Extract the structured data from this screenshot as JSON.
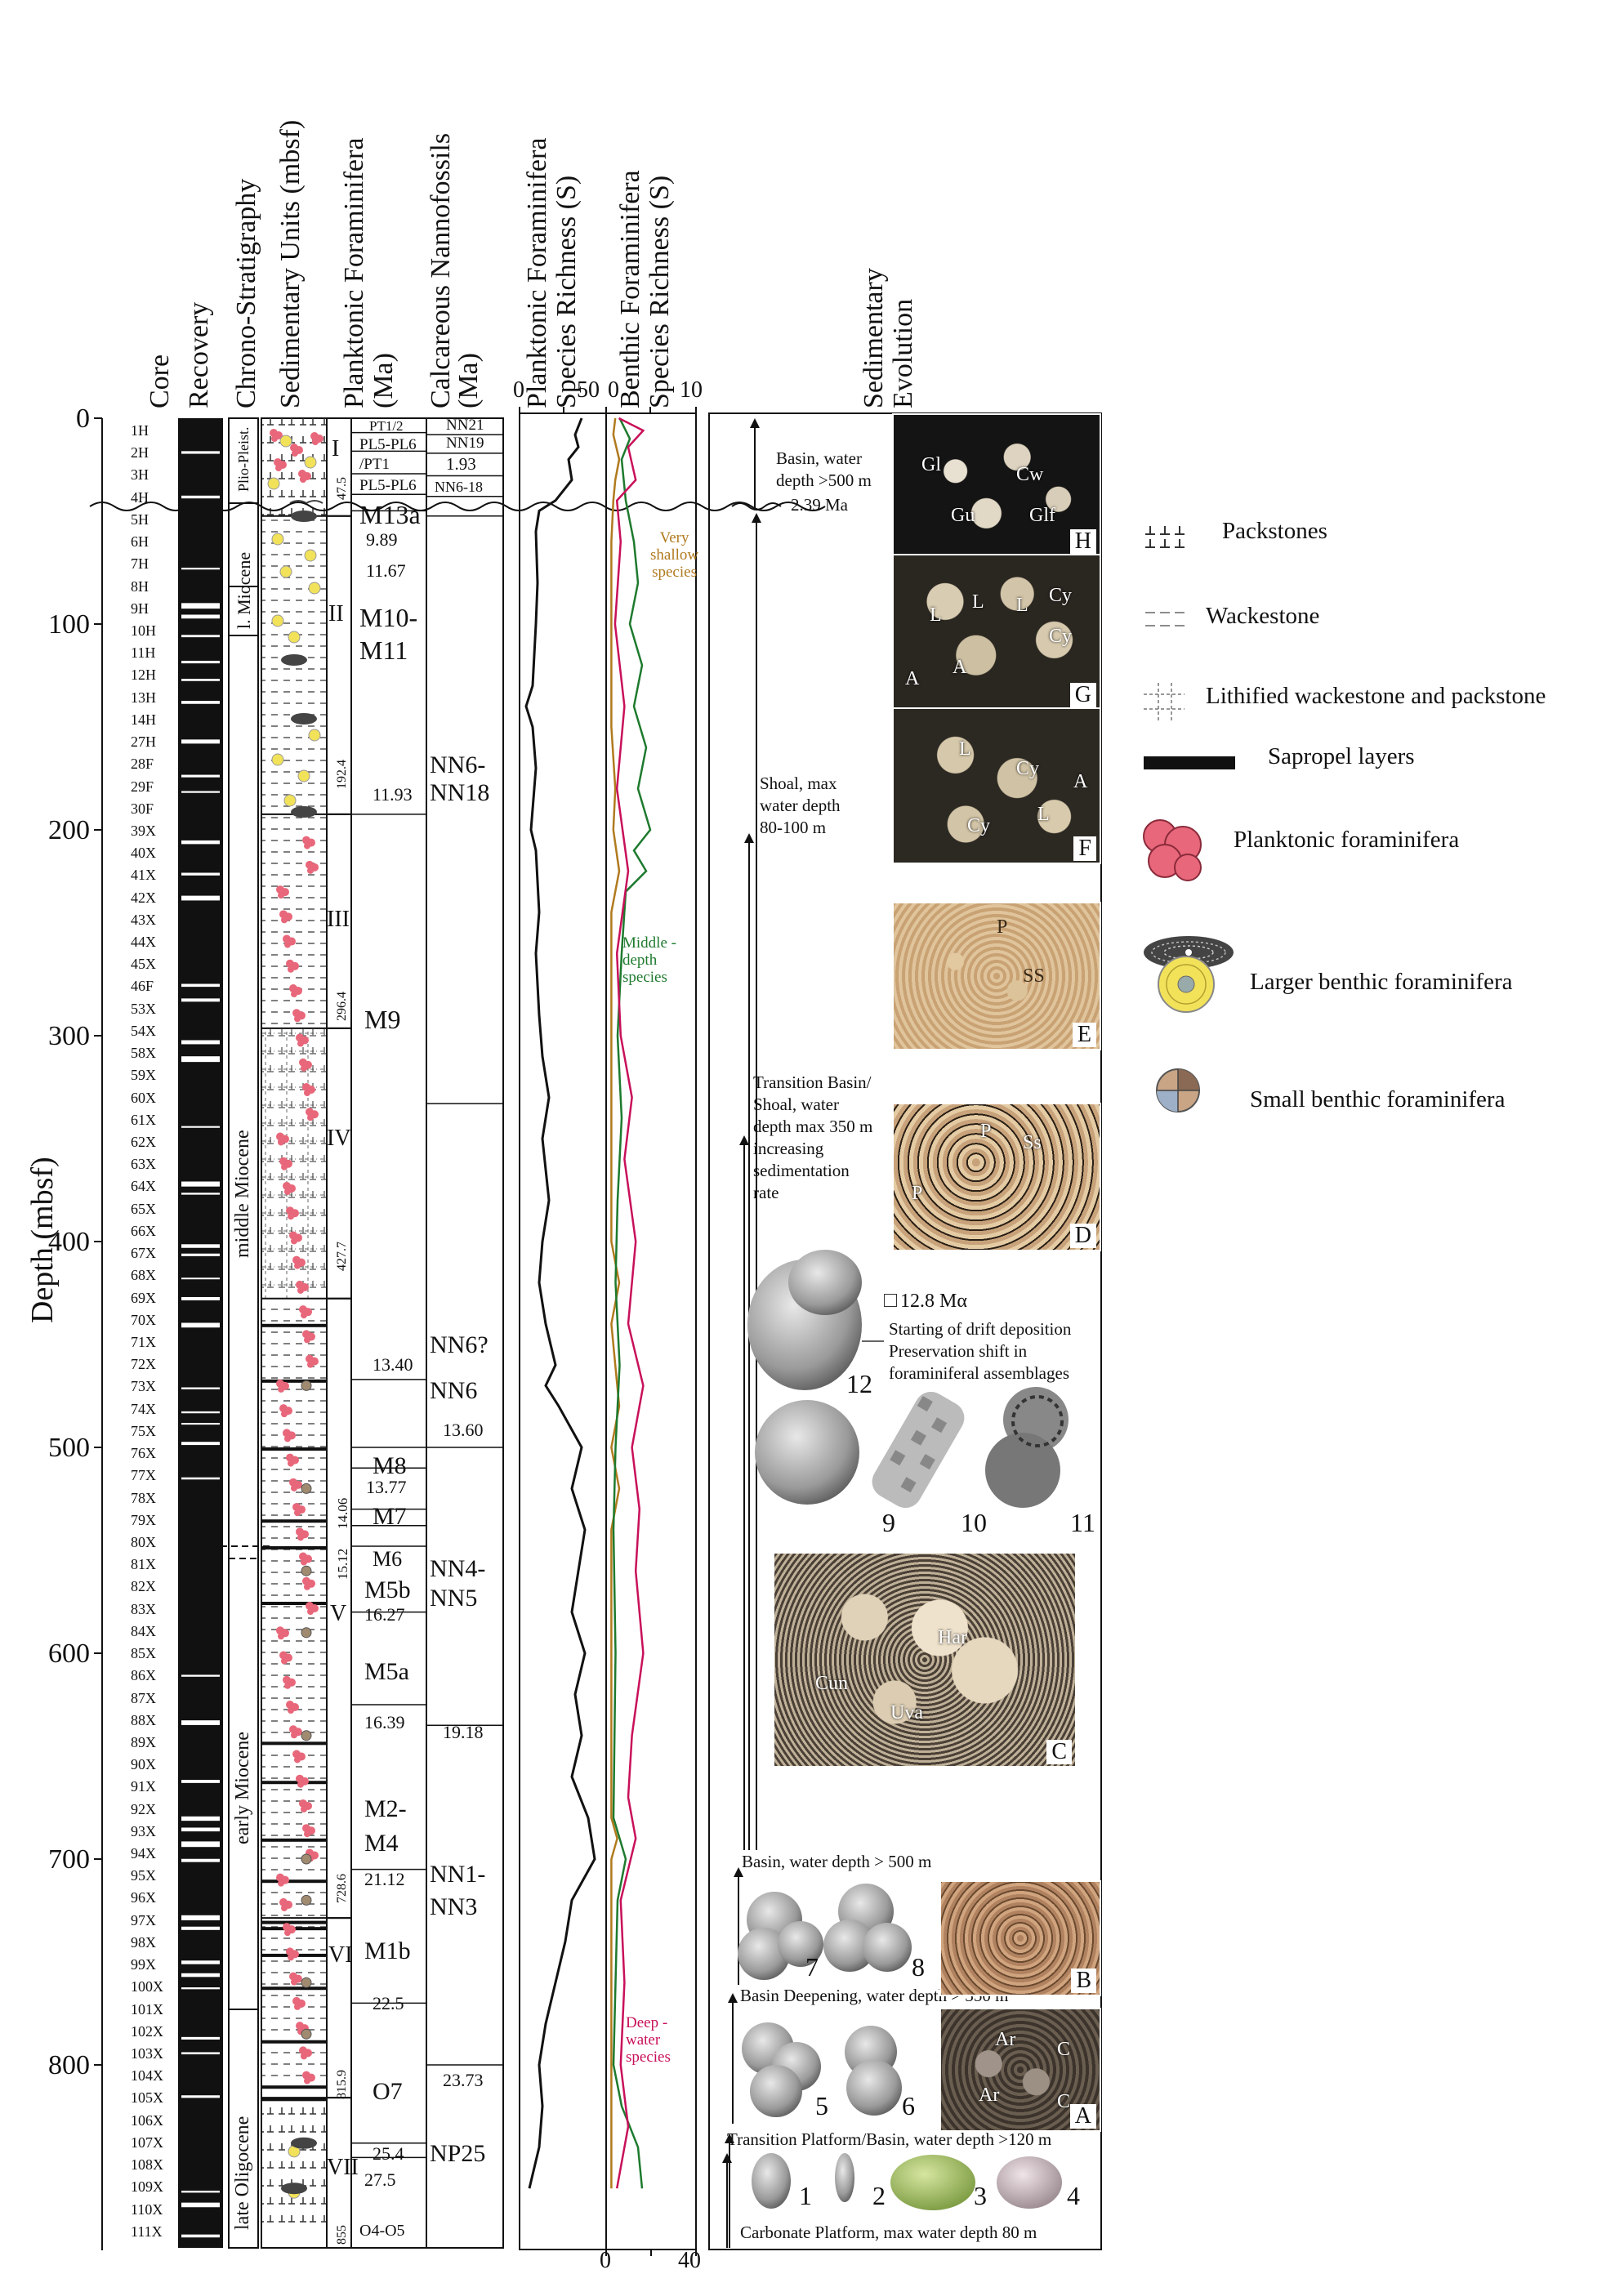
{
  "columns": {
    "core": "Core",
    "recovery": "Recovery",
    "chrono": "Chrono-Stratigraphy",
    "units": "Sedimentary Units (mbsf)",
    "planktonic_l1": "Planktonic Foraminifera",
    "planktonic_l2": "(Ma)",
    "nanno_l1": "Calcareous Nannofossils",
    "nanno_l2": "(Ma)",
    "pf_rich_l1": "Planktonic Foraminifera",
    "pf_rich_l2": "Species Richness (S)",
    "bf_rich_l1": "Benthic Foraminifera",
    "bf_rich_l2": "Species Richness (S)",
    "evo_l1": "Sedimentary",
    "evo_l2": "Evolution"
  },
  "depth_axis": {
    "label": "Depth (mbsf)",
    "ticks": [
      "0",
      "100",
      "200",
      "300",
      "400",
      "500",
      "600",
      "700",
      "800"
    ]
  },
  "cores": [
    "1H",
    "2H",
    "3H",
    "4H",
    "5H",
    "6H",
    "7H",
    "8H",
    "9H",
    "10H",
    "11H",
    "12H",
    "13H",
    "14H",
    "27H",
    "28F",
    "29F",
    "30F",
    "39X",
    "40X",
    "41X",
    "42X",
    "43X",
    "44X",
    "45X",
    "46F",
    "53X",
    "54X",
    "58X",
    "59X",
    "60X",
    "61X",
    "62X",
    "63X",
    "64X",
    "65X",
    "66X",
    "67X",
    "68X",
    "69X",
    "70X",
    "71X",
    "72X",
    "73X",
    "74X",
    "75X",
    "76X",
    "77X",
    "78X",
    "79X",
    "80X",
    "81X",
    "82X",
    "83X",
    "84X",
    "85X",
    "86X",
    "87X",
    "88X",
    "89X",
    "90X",
    "91X",
    "92X",
    "93X",
    "94X",
    "95X",
    "96X",
    "97X",
    "98X",
    "99X",
    "100X",
    "101X",
    "102X",
    "103X",
    "104X",
    "105X",
    "106X",
    "107X",
    "108X",
    "109X",
    "110X",
    "111X"
  ],
  "chrono": {
    "plio": "Plio-Pleist.",
    "lmio": "l. Miocene",
    "mmio": "middle Miocene",
    "emio": "early Miocene",
    "lolig": "late Oligocene"
  },
  "units": [
    "I",
    "II",
    "III",
    "IV",
    "V",
    "VI",
    "VII"
  ],
  "unit_depths": [
    "47.5",
    "192.4",
    "296.4",
    "427.7",
    "728.6",
    "815.9",
    "855"
  ],
  "pf_zones": {
    "pt12": "PT1/2",
    "pl56a": "PL5-PL6",
    "pt1": "/PT1",
    "pl56b": "PL5-PL6",
    "m13a": "M13a",
    "a989": "9.89",
    "a1167": "11.67",
    "m1011a": "M10-",
    "m1011b": "M11",
    "a1193": "11.93",
    "m9": "M9",
    "a1340": "13.40",
    "m8": "M8",
    "a1377": "13.77",
    "a1406": "14.06",
    "m7": "M7",
    "m6": "M6",
    "a1512": "15.12",
    "m5b": "M5b",
    "a1627": "16.27",
    "m5a": "M5a",
    "a1639": "16.39",
    "m24a": "M2-",
    "m24b": "M4",
    "a2112": "21.12",
    "m1b": "M1b",
    "a225": "22.5",
    "o7": "O7",
    "a254": "25.4",
    "a275": "27.5",
    "o45": "O4-O5"
  },
  "nn_zones": {
    "nn21": "NN21",
    "nn19": "NN19",
    "a193": "1.93",
    "nn618s": "NN6-18",
    "nn618a": "NN6-",
    "nn618b": "NN18",
    "nn6q": "NN6?",
    "nn6": "NN6",
    "a1360": "13.60",
    "nn45a": "NN4-",
    "nn45b": "NN5",
    "a1918": "19.18",
    "nn13a": "NN1-",
    "nn13b": "NN3",
    "a2373": "23.73",
    "np25": "NP25"
  },
  "richness": {
    "pf_ticks": [
      "0",
      "50"
    ],
    "bf_top_ticks": [
      "0",
      "10"
    ],
    "bf_bottom_ticks": [
      "0",
      "40"
    ],
    "lbl_shallow_1": "Very",
    "lbl_shallow_2": "shallow",
    "lbl_shallow_3": "species",
    "lbl_middle_1": "Middle -",
    "lbl_middle_2": "depth",
    "lbl_middle_3": "species",
    "lbl_deep_1": "Deep -",
    "lbl_deep_2": "water",
    "lbl_deep_3": "species",
    "colors": {
      "planktonic": "#111111",
      "very_shallow": "#b07a1e",
      "middle": "#1e7a2e",
      "deep": "#c8105a"
    }
  },
  "evolution": {
    "basin_top": [
      "Basin, water",
      "depth >500 m"
    ],
    "ma239": "2.39 Ma",
    "shoal": [
      "Shoal, max",
      "water depth",
      "80-100 m"
    ],
    "transition": [
      "Transition Basin/",
      "Shoal, water",
      "depth max 350 m",
      "increasing",
      "sedimentation",
      "rate"
    ],
    "ma128": "12.8 Mα",
    "drift_1": "Starting of drift deposition",
    "drift_2": "Preservation shift in",
    "drift_3": "foraminiferal assemblages",
    "basin_lower": "Basin, water depth > 500 m",
    "deepening": "Basin Deepening, water depth > 350 m",
    "trans_platform": "Transition Platform/Basin, water depth >120 m",
    "platform": "Carbonate Platform, max water depth 80 m",
    "photo_labels": [
      "H",
      "G",
      "F",
      "E",
      "D",
      "C",
      "B",
      "A"
    ],
    "photo_h_text": [
      "Gl",
      "Cw",
      "Gu",
      "Glf"
    ],
    "photo_g_text": [
      "L",
      "L",
      "L",
      "Cy",
      "Cy",
      "A",
      "A"
    ],
    "photo_f_text": [
      "L",
      "Cy",
      "Cy",
      "L",
      "A"
    ],
    "photo_e_text": [
      "P",
      "SS"
    ],
    "photo_d_text": [
      "P",
      "Ss",
      "P"
    ],
    "photo_c_text": [
      "Har",
      "Cun",
      "Uva"
    ],
    "photo_a_text": [
      "Ar",
      "Ar",
      "C",
      "C"
    ],
    "fossil_numbers": [
      "12",
      "9",
      "10",
      "11",
      "7",
      "8",
      "5",
      "6",
      "1",
      "2",
      "3",
      "4"
    ]
  },
  "legend": {
    "packstones": "Packstones",
    "wackestone": "Wackestone",
    "lithified": "Lithified wackestone and packstone",
    "sapropel": "Sapropel layers",
    "planktonic": "Planktonic foraminifera",
    "larger": "Larger benthic foraminifera",
    "small": "Small benthic foraminifera"
  }
}
